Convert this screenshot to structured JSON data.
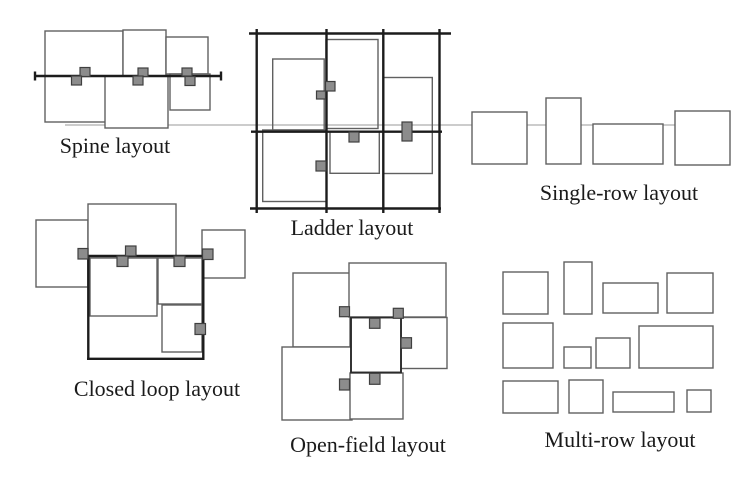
{
  "colors": {
    "background": "#ffffff",
    "box_stroke": "#606060",
    "box_stroke_dark": "#2b2b2b",
    "thick_line": "#1c1c1c",
    "light_line": "#bcbcbc",
    "square_fill": "#8c8c8c",
    "square_stroke": "#3f3f3f",
    "text": "#1a1a1a"
  },
  "light_line": [
    65,
    125,
    676,
    125
  ],
  "figures": [
    {
      "id": "spine",
      "label": "Spine layout",
      "boxes": [
        [
          45,
          31,
          78,
          45
        ],
        [
          123,
          30,
          43,
          46
        ],
        [
          166,
          37,
          42,
          37
        ],
        [
          45,
          76,
          62,
          46
        ],
        [
          105,
          76,
          63,
          52
        ],
        [
          170,
          74,
          40,
          36
        ]
      ],
      "lines": [
        [
          35,
          76,
          221,
          76
        ],
        [
          35,
          71.5,
          35,
          80.5
        ],
        [
          221,
          71.5,
          221,
          80.5
        ]
      ],
      "squares": [
        [
          80,
          67.5,
          10,
          9
        ],
        [
          71.5,
          76,
          10,
          9
        ],
        [
          138,
          68,
          10,
          8.5
        ],
        [
          133,
          76,
          10,
          9
        ],
        [
          182,
          68,
          10,
          8
        ],
        [
          185,
          76.5,
          10,
          9
        ]
      ]
    },
    {
      "id": "ladder",
      "label": "Ladder layout",
      "transparent_boxes": true,
      "boxes": [
        [
          272.7,
          59,
          51.5,
          71
        ],
        [
          326,
          39.5,
          52,
          89
        ],
        [
          383.3,
          77.5,
          49,
          96
        ],
        [
          262.7,
          130,
          64,
          71.5
        ],
        [
          330,
          131.7,
          49.3,
          41.6
        ]
      ],
      "lines": [
        [
          249,
          33.5,
          451,
          33.5
        ],
        [
          251,
          131.7,
          442,
          131.7
        ],
        [
          250,
          208.5,
          441,
          208.5
        ],
        [
          256.7,
          29,
          256.7,
          213
        ],
        [
          326.5,
          29,
          326.5,
          213
        ],
        [
          383.3,
          29,
          383.3,
          213
        ],
        [
          439.5,
          29,
          439.5,
          213
        ]
      ],
      "squares": [
        [
          325.5,
          81.5,
          9.5,
          9.5
        ],
        [
          316.5,
          91,
          9,
          8
        ],
        [
          349,
          132,
          10,
          10
        ],
        [
          402,
          122,
          10,
          19
        ],
        [
          316,
          161,
          10,
          10
        ]
      ]
    },
    {
      "id": "single-row",
      "label": "Single-row layout",
      "boxes": [
        [
          472,
          112,
          55,
          52
        ],
        [
          546,
          98,
          35,
          66
        ],
        [
          593,
          124,
          70,
          40
        ],
        [
          675,
          111,
          55,
          54
        ]
      ],
      "lines": [],
      "squares": []
    },
    {
      "id": "closed-loop",
      "label": "Closed loop layout",
      "boxes": [
        [
          36,
          220,
          52,
          67
        ],
        [
          88,
          204,
          88,
          52
        ],
        [
          202,
          230,
          43,
          48
        ],
        [
          90,
          258,
          67,
          58
        ],
        [
          158,
          258,
          44,
          46
        ],
        [
          162,
          305,
          40,
          47
        ]
      ],
      "lines": [
        [
          81,
          256,
          208,
          256
        ],
        [
          88.3,
          255,
          88.3,
          360
        ],
        [
          87,
          358.8,
          204,
          358.8
        ],
        [
          203.3,
          255,
          203.3,
          360
        ]
      ],
      "squares": [
        [
          78,
          248.5,
          10,
          10.5
        ],
        [
          117,
          256,
          11,
          10.5
        ],
        [
          125.5,
          246,
          10.5,
          10
        ],
        [
          174,
          256,
          11,
          10.5
        ],
        [
          202.5,
          249,
          10.5,
          10.5
        ],
        [
          195,
          323.5,
          10.5,
          11
        ]
      ]
    },
    {
      "id": "open-field",
      "label": "Open-field layout",
      "boxes": [
        [
          293,
          273,
          57,
          74
        ],
        [
          349,
          263,
          97,
          54
        ],
        [
          401,
          317.5,
          46,
          51
        ],
        [
          282,
          347,
          70,
          73
        ],
        [
          350,
          373,
          53,
          46
        ],
        [
          351,
          317.5,
          50,
          55,
          "dark"
        ]
      ],
      "lines": [],
      "squares": [
        [
          339.5,
          306.7,
          10,
          10
        ],
        [
          393.3,
          308.3,
          10,
          10
        ],
        [
          369.5,
          318.3,
          10.5,
          10
        ],
        [
          401,
          337.7,
          10.5,
          10.5
        ],
        [
          369.5,
          373.3,
          10.5,
          11
        ],
        [
          339.5,
          379,
          10,
          11
        ]
      ]
    },
    {
      "id": "multi-row",
      "label": "Multi-row layout",
      "boxes": [
        [
          503,
          272,
          45,
          42
        ],
        [
          564,
          262,
          28,
          52
        ],
        [
          603,
          283,
          55,
          30
        ],
        [
          667,
          273,
          46,
          40
        ],
        [
          503,
          323,
          50,
          45
        ],
        [
          564,
          347,
          27,
          21
        ],
        [
          596,
          338,
          34,
          30
        ],
        [
          639,
          326,
          74,
          42
        ],
        [
          503,
          381,
          55,
          32
        ],
        [
          569,
          380,
          34,
          33
        ],
        [
          613,
          392,
          61,
          20
        ],
        [
          687,
          390,
          24,
          22
        ]
      ],
      "lines": [],
      "squares": []
    }
  ]
}
